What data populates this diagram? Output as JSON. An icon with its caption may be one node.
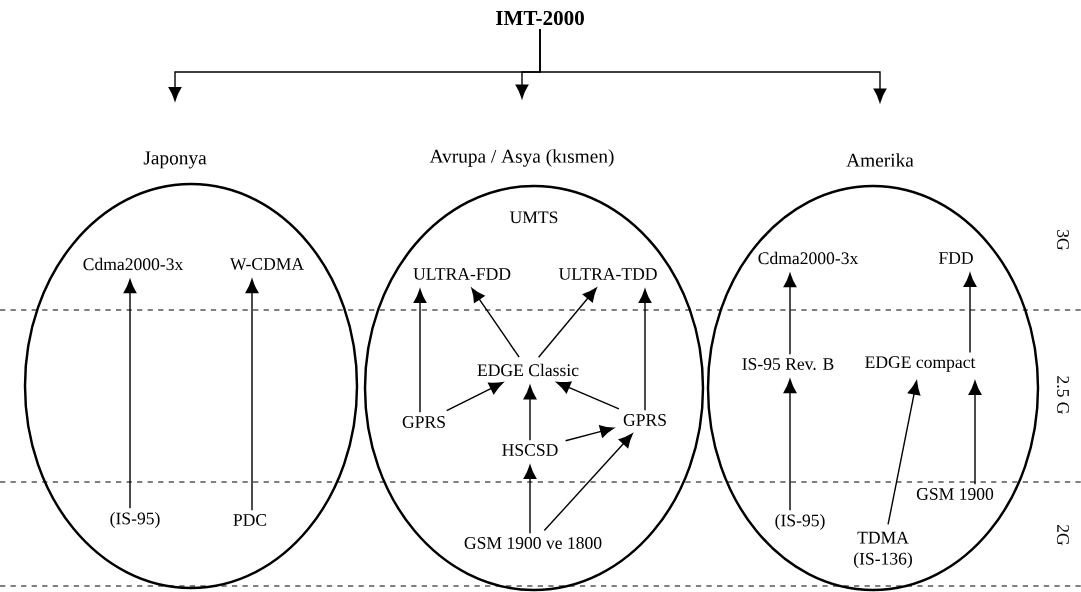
{
  "diagram": {
    "nodes": [
      {
        "text": [
          "IMT-2000"
        ]
      },
      {
        "text": [
          "Japonya"
        ]
      },
      {
        "text": [
          "Avrupa / Asya (kısmen)"
        ]
      },
      {
        "text": [
          "Amerika"
        ]
      },
      {
        "text": [],
        "shape": "ellipse"
      },
      {
        "text": [
          "UMTS"
        ]
      },
      {
        "text": [],
        "shape": "ellipse"
      },
      {
        "text": [
          "Cdma2000-3x"
        ],
        "in": 4
      },
      {
        "text": [
          "W-CDMA"
        ],
        "in": 4
      },
      {
        "text": [
          "(IS-95)"
        ],
        "in": 4
      },
      {
        "text": [
          "PDC"
        ],
        "in": 4
      },
      {
        "text": [
          "ULTRA-FDD"
        ],
        "in": 5
      },
      {
        "text": [
          "ULTRA-TDD"
        ],
        "in": 5
      },
      {
        "text": [
          "EDGE Classic"
        ],
        "in": 5
      },
      {
        "text": [
          "GPRS"
        ],
        "in": 5
      },
      {
        "text": [
          "GPRS"
        ],
        "in": 5
      },
      {
        "text": [
          "HSCSD"
        ],
        "in": 5
      },
      {
        "text": [
          "GSM 1900 ve 1800"
        ],
        "in": 5
      },
      {
        "text": [
          "Cdma2000-3x"
        ],
        "in": 6
      },
      {
        "text": [
          "FDD"
        ],
        "in": 6
      },
      {
        "text": [
          "IS-95 Rev. B"
        ],
        "in": 6
      },
      {
        "text": [
          "EDGE compact"
        ],
        "in": 6
      },
      {
        "text": [
          "(IS-95)"
        ],
        "in": 6
      },
      {
        "text": [
          "GSM 1900"
        ],
        "in": 6
      },
      {
        "text": [
          "TDMA (IS-136)"
        ],
        "in": 6
      }
    ],
    "edges": [
      {
        "from": 0,
        "to": 1,
        "arrow": "to"
      },
      {
        "from": 0,
        "to": 2,
        "arrow": "to"
      },
      {
        "from": 0,
        "to": 3,
        "arrow": "to"
      },
      {
        "from": 9,
        "to": 7,
        "arrow": "to"
      },
      {
        "from": 10,
        "to": 8,
        "arrow": "to"
      },
      {
        "from": 14,
        "to": 11,
        "arrow": "to"
      },
      {
        "from": 13,
        "to": 11,
        "arrow": "to"
      },
      {
        "from": 13,
        "to": 12,
        "arrow": "to"
      },
      {
        "from": 15,
        "to": 12,
        "arrow": "to"
      },
      {
        "from": 14,
        "to": 13,
        "arrow": "to"
      },
      {
        "from": 16,
        "to": 13,
        "arrow": "to"
      },
      {
        "from": 15,
        "to": 13,
        "arrow": "to"
      },
      {
        "from": 16,
        "to": 15,
        "arrow": "to"
      },
      {
        "from": 17,
        "to": 16,
        "arrow": "to"
      },
      {
        "from": 17,
        "to": 15,
        "arrow": "to"
      },
      {
        "from": 20,
        "to": 18,
        "arrow": "to"
      },
      {
        "from": 21,
        "to": 19,
        "arrow": "to"
      },
      {
        "from": 22,
        "to": 20,
        "arrow": "to"
      },
      {
        "from": 24,
        "to": 21,
        "arrow": "to"
      },
      {
        "from": 23,
        "to": 21,
        "arrow": "to"
      }
    ],
    "labels": [
      "3G",
      "2.5 G",
      "2G"
    ]
  }
}
